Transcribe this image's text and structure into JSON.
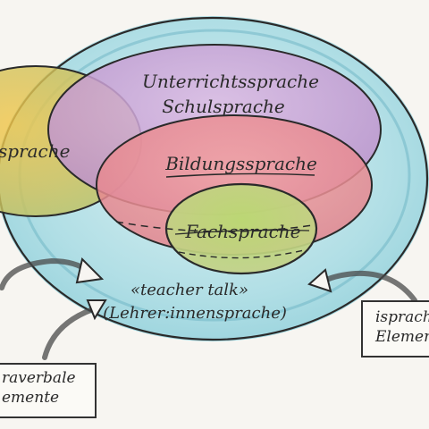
{
  "labels": {
    "unterrichtssprache": "Unterrichtssprache",
    "schulsprache": "Schulsprache",
    "bildungssprache": "Bildungssprache",
    "fachsprache": "Fachsprache",
    "left_partial": "sprache",
    "teacher_talk": "«teacher talk»",
    "lehrer_innensprache": "(Lehrer:innensprache)",
    "box_left_line1": "raverbale",
    "box_left_line2": "emente",
    "box_right_line1": "isprach",
    "box_right_line2": "Element"
  },
  "colors": {
    "outer_ellipse": "#a9dce4",
    "unterrichtssprache": "#c8a3d4",
    "bildungssprache": "#ec9aa0",
    "fachsprache": "#b9d67f",
    "left_circle": "#d3c25a",
    "ink": "#2a2a2a"
  }
}
